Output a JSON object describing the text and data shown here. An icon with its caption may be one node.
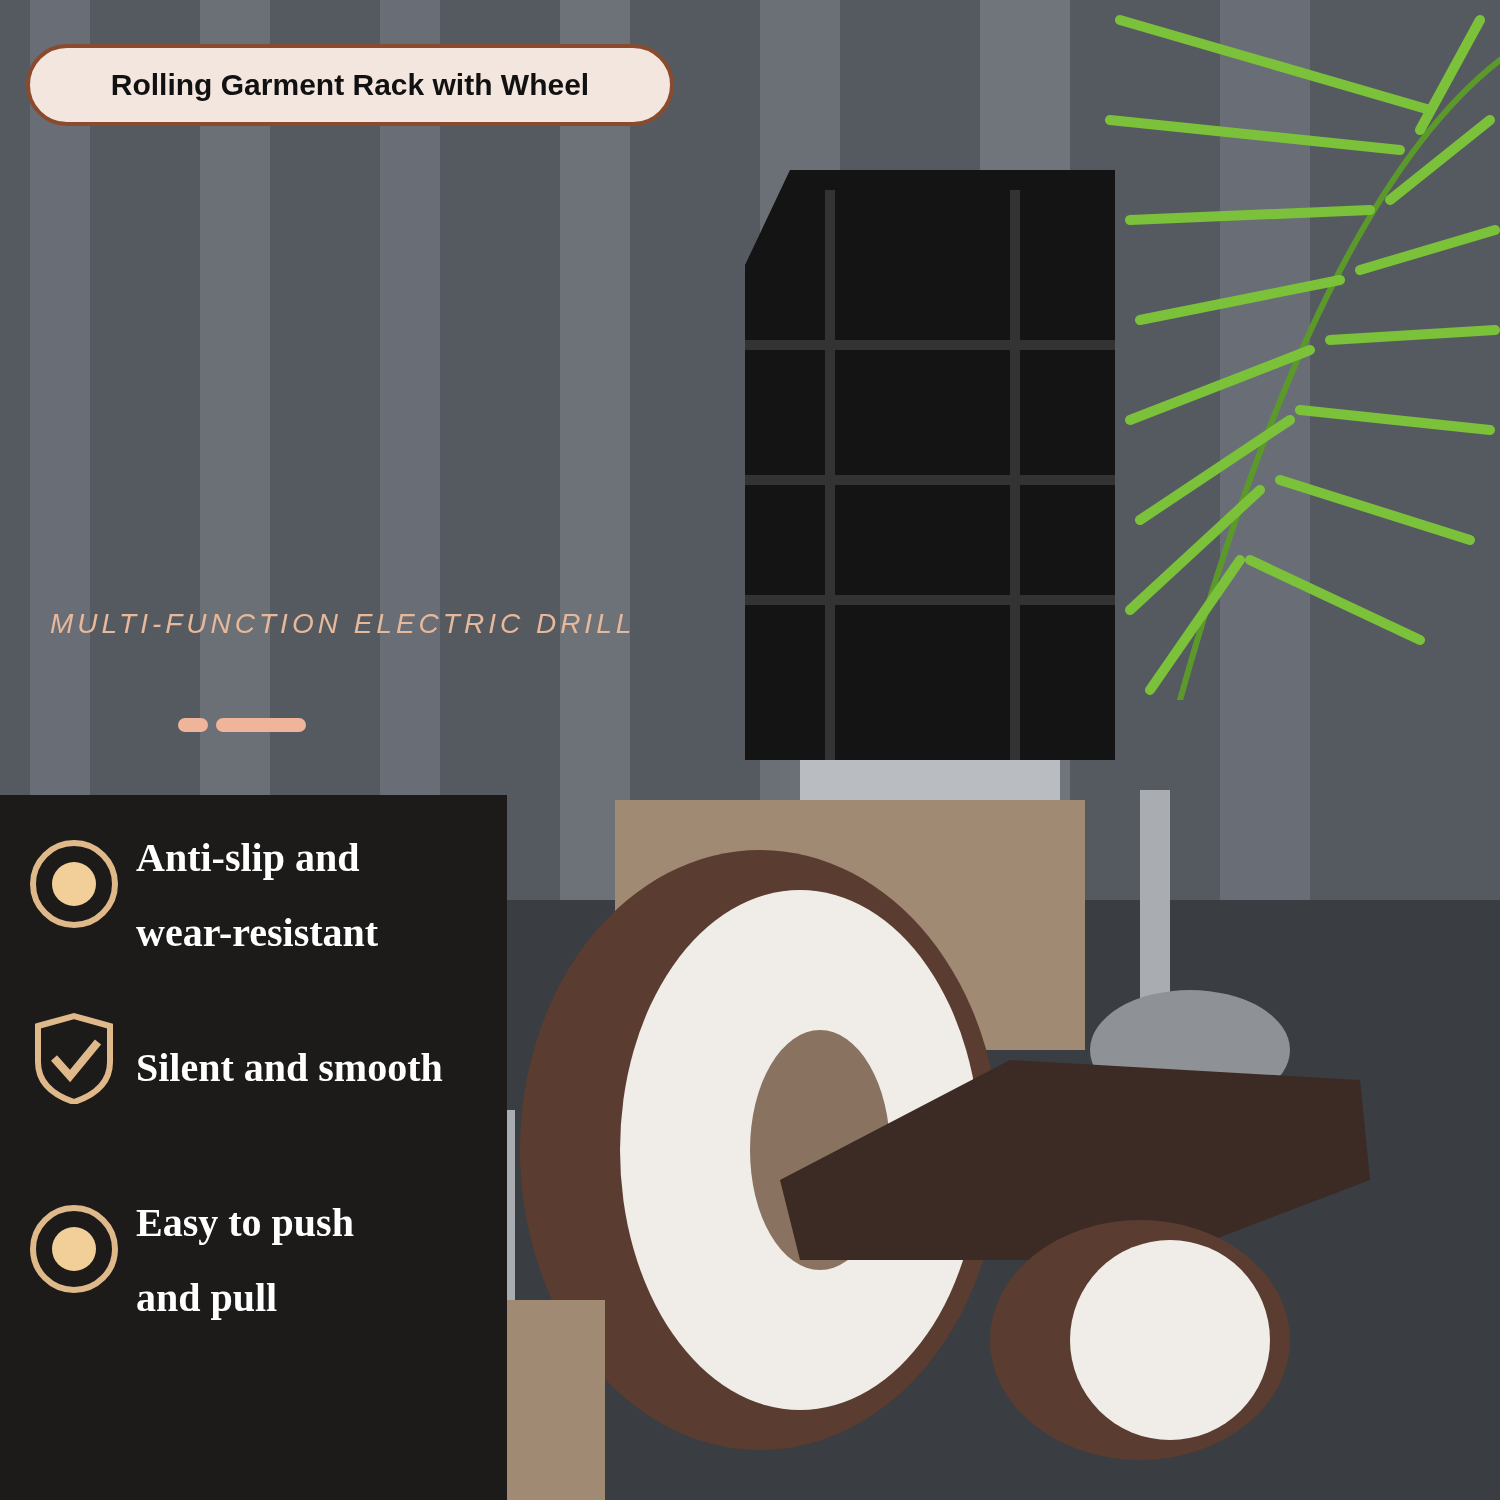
{
  "diagram": {
    "title": "Rolling Garment Rack with Wheel",
    "labels": [
      "MULTI-FUNCTION ELECTRIC DRILL",
      "Anti-slip and wear-resistant",
      "Silent and smooth",
      "Easy to push and pull"
    ]
  }
}
